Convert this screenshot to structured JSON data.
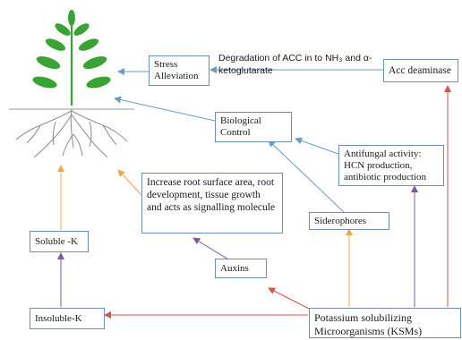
{
  "nodes": {
    "stress_alleviation": "Stress Alleviation",
    "acc_deaminase": "Acc deaminase",
    "biological_control": "Biological Control",
    "antifungal": "Antifungal activity: HCN production, antibiotic production",
    "root_effects": "Increase root surface area, root development, tissue growth and acts as signalling molecule",
    "siderophores": "Siderophores",
    "soluble_k": "Soluble -K",
    "auxins": "Auxins",
    "insoluble_k": "Insoluble-K",
    "ksm": "Potassium solubilizing Microorganisms (KSMs)"
  },
  "edge_labels": {
    "acc_to_stress": "Degradation of ACC in to NH₃ and α-ketoglutarate"
  },
  "colors": {
    "red": "#d9534f",
    "orange": "#f0a64a",
    "purple": "#7a5aa0",
    "blue": "#6a9cc8",
    "box_border": "#6f8fb0",
    "leaf": "#3aa335",
    "root": "#8a8a8a"
  }
}
